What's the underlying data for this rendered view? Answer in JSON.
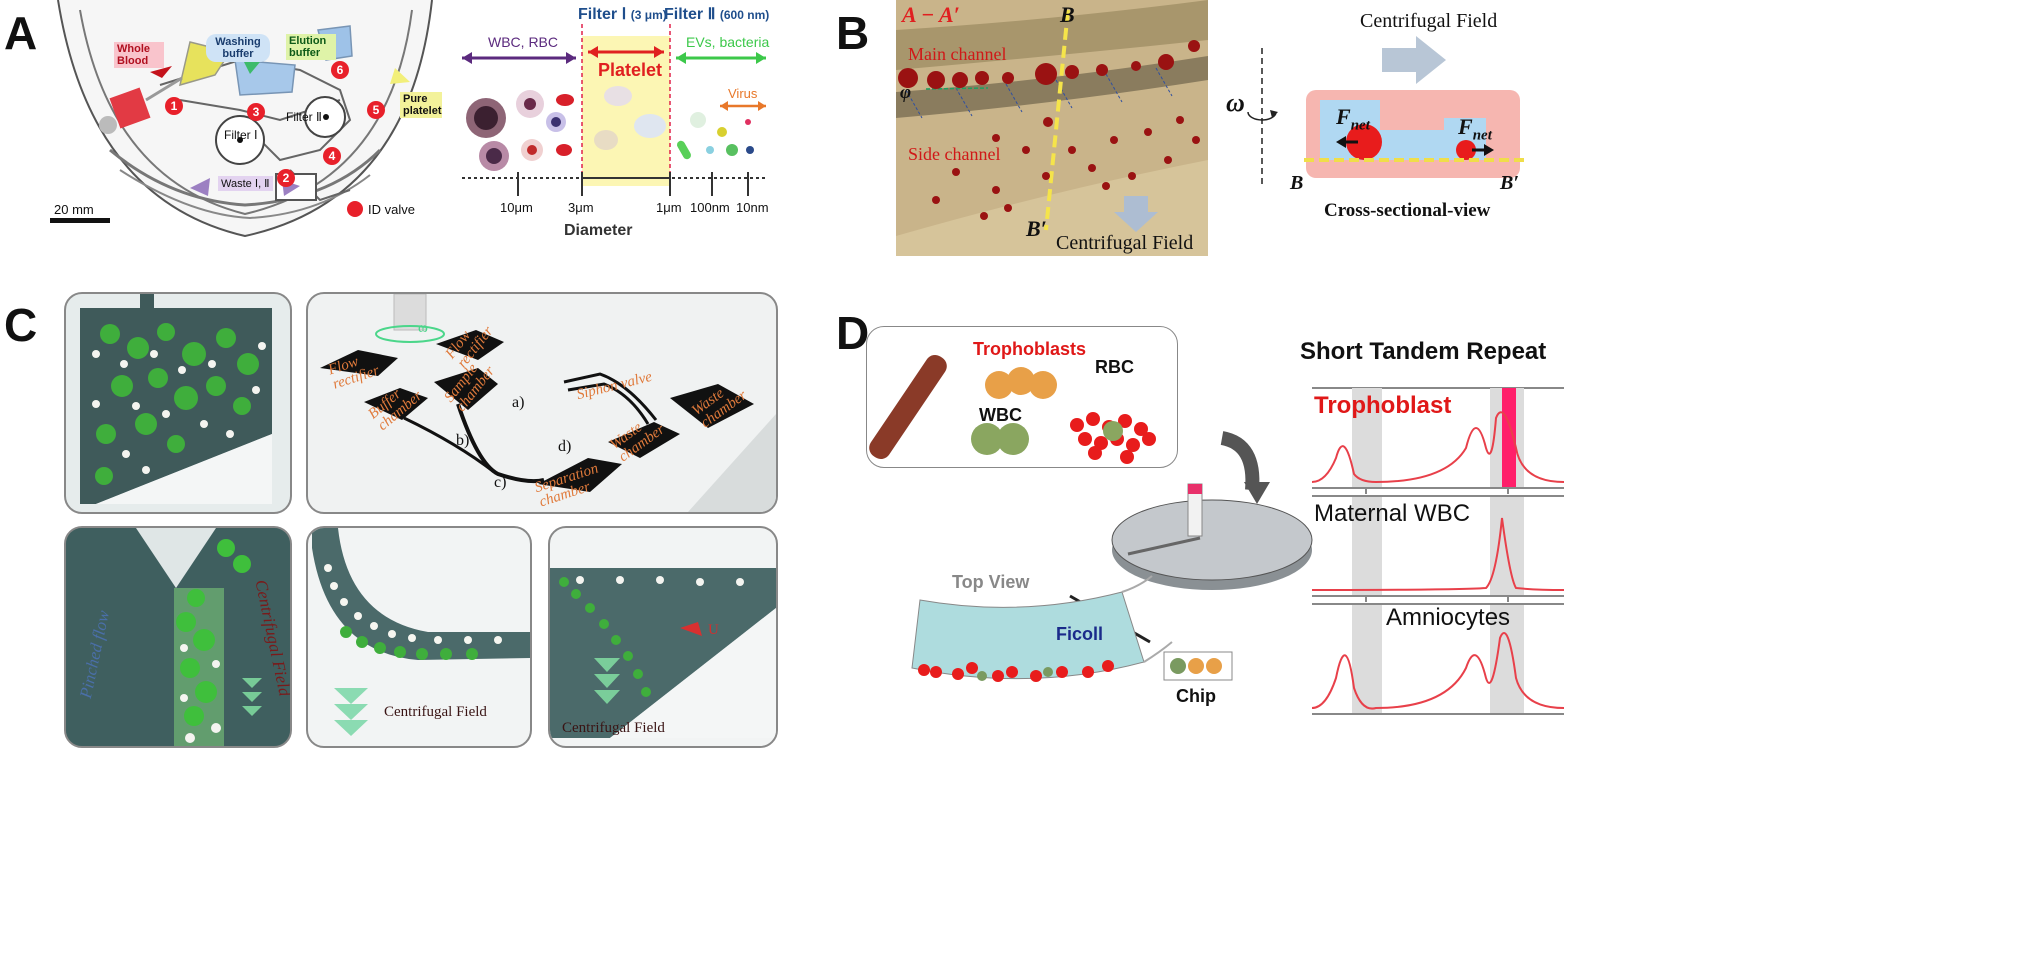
{
  "panels": {
    "A": {
      "label": "A",
      "chip": {
        "whole_blood": "Whole Blood",
        "washing_buffer": "Washing buffer",
        "elution_buffer": "Elution buffer",
        "filter_1": "Filter Ⅰ",
        "filter_2": "Filter Ⅱ",
        "pure_platelet": "Pure platelet",
        "waste": "Waste Ⅰ, Ⅱ",
        "scale": "20 mm",
        "valve_legend": "ID valve",
        "valves": [
          "1",
          "2",
          "3",
          "4",
          "5",
          "6"
        ]
      },
      "size_chart": {
        "filter_1_label": "Filter Ⅰ",
        "filter_1_size": "(3 μm)",
        "filter_2_label": "Filter Ⅱ",
        "filter_2_size": "(600 nm)",
        "left_group": "WBC, RBC",
        "middle_group": "Platelet",
        "right_group": "EVs, bacteria",
        "virus": "Virus",
        "ticks": [
          "10μm",
          "3μm",
          "1μm",
          "100nm",
          "10nm"
        ],
        "axis_label": "Diameter"
      }
    },
    "B": {
      "label": "B",
      "section_a": "A − A′",
      "section_b_top": "B",
      "section_b_bottom": "B′",
      "main_channel": "Main channel",
      "side_channel": "Side channel",
      "phi": "φ",
      "field_bottom": "Centrifugal Field",
      "field_top": "Centrifugal Field",
      "omega": "ω",
      "fnet": "F",
      "fnet_sub": "net",
      "cross_b": "B",
      "cross_b2": "B′",
      "cross_title": "Cross-sectional-view"
    },
    "C": {
      "label": "C",
      "omega": "ω",
      "flow_rectifier_1": "Flow rectifier",
      "flow_rectifier_2": "Flow rectifier",
      "buffer_chamber": "Buffer chamber",
      "sample_chamber": "Sample chamber",
      "siphon_valve": "Siphon valve",
      "waste_chamber_1": "Waste chamber",
      "waste_chamber_2": "Waste chamber",
      "separation_chamber": "Separation chamber",
      "marks": [
        "a)",
        "b)",
        "c)",
        "d)"
      ],
      "pinched_flow": "Pinched flow",
      "field_1": "Centrifugal Field",
      "field_2": "Centrifugal Field",
      "field_3": "Centrifugal Field",
      "u": "U"
    },
    "D": {
      "label": "D",
      "trophoblasts": "Trophoblasts",
      "rbc": "RBC",
      "wbc": "WBC",
      "top_view": "Top View",
      "ficoll": "Ficoll",
      "chip": "Chip",
      "str_title": "Short Tandem Repeat",
      "str_rows": [
        "Trophoblast",
        "Maternal WBC",
        "Amniocytes"
      ]
    }
  },
  "colors": {
    "valve_red": "#e8202a",
    "filter_blue": "#1f4e8c",
    "platelet_red": "#e02020",
    "wbc_purple": "#5b2a7e",
    "ev_green": "#3cc84a",
    "virus_orange": "#e8782a",
    "channel_tan": "#c9b48a",
    "label_red": "#d01818",
    "trace_red": "#e8404a",
    "peak_pink": "#ff1f6a",
    "text_dark": "#111111"
  }
}
